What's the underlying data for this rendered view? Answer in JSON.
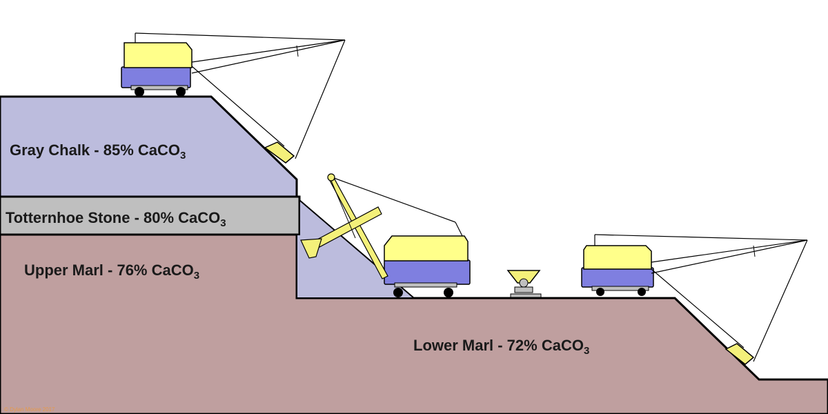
{
  "colors": {
    "gray_chalk": "#bcbcdd",
    "totternhoe_stone": "#bfbfbf",
    "marl": "#bf9f9f",
    "shovel_upper": "#ffff8a",
    "shovel_lower": "#7f7fe0",
    "bucket": "#f4f07a",
    "copyright": "#e69a4a"
  },
  "layers": {
    "gray_chalk": {
      "name": "Gray Chalk - 85% CaCO",
      "sub": "3"
    },
    "totternhoe_stone": {
      "name": "Totternhoe Stone - 80% CaCO",
      "sub": "3"
    },
    "upper_marl": {
      "name": "Upper Marl - 76% CaCO",
      "sub": "3"
    },
    "lower_marl": {
      "name": "Lower Marl - 72% CaCO",
      "sub": "3"
    }
  },
  "machines": [
    {
      "type": "dragline excavator",
      "icon": "dragline-icon"
    },
    {
      "type": "face shovel",
      "icon": "face-shovel-icon"
    },
    {
      "type": "hopper wagon",
      "icon": "hopper-icon"
    },
    {
      "type": "dragline excavator",
      "icon": "dragline-icon"
    }
  ],
  "copyright": "© Dylan Moore 2017"
}
